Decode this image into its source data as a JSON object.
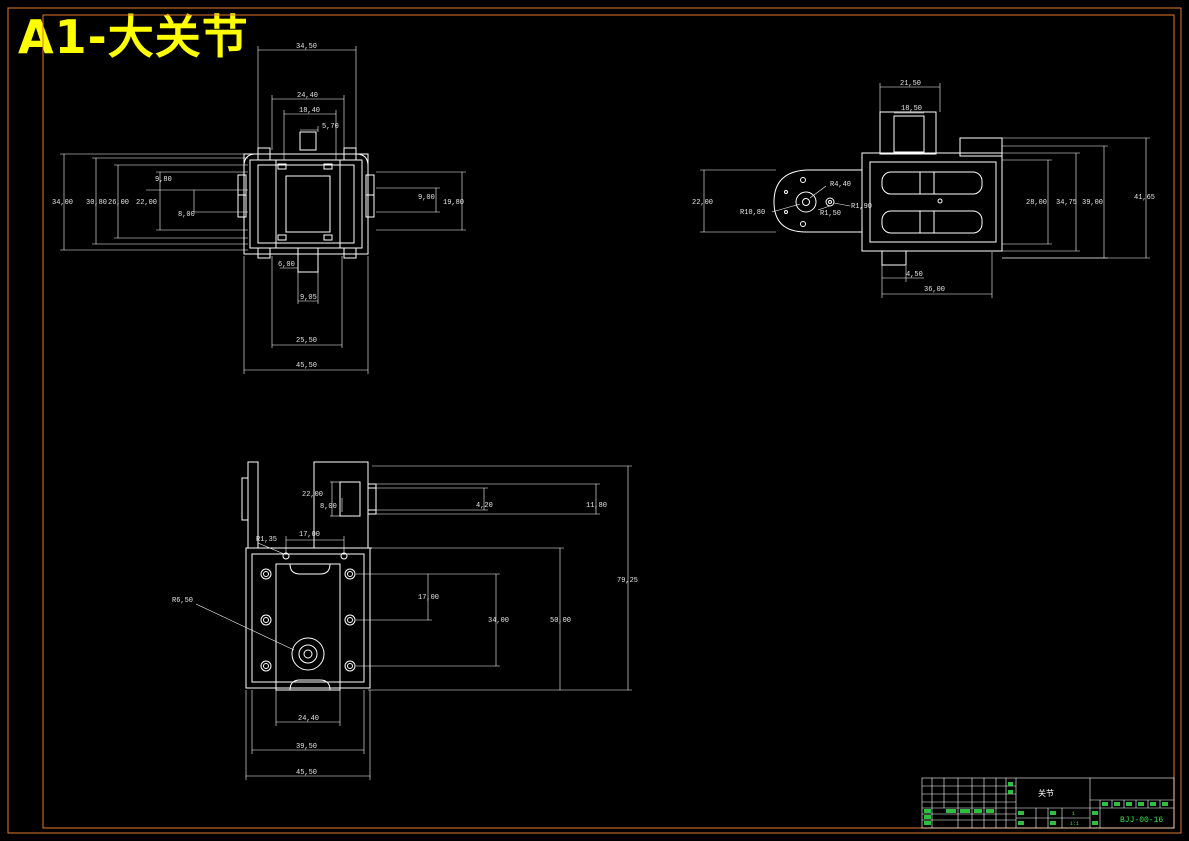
{
  "title": "A1-大关节",
  "colors": {
    "background": "#000000",
    "frame": "#e07a2e",
    "lines": "#ffffff",
    "dimensions": "#e6e6e6",
    "title": "#ffff00",
    "title_block": "#36e24a"
  },
  "views": {
    "top_left": {
      "dims": [
        "34,50",
        "24,40",
        "18,40",
        "5,70",
        "34,00",
        "30,80",
        "26,00",
        "22,00",
        "9,80",
        "8,00",
        "9,00",
        "19,80",
        "6,00",
        "9,05",
        "25,50",
        "45,50"
      ]
    },
    "top_right": {
      "dims": [
        "21,50",
        "18,50",
        "R4,40",
        "R10,80",
        "R1,50",
        "R1,90",
        "22,00",
        "28,00",
        "34,75",
        "39,00",
        "41,65",
        "4,50",
        "36,00"
      ]
    },
    "bottom": {
      "dims": [
        "22,00",
        "8,00",
        "4,20",
        "11,80",
        "R1,35",
        "17,00",
        "R6,50",
        "17,00",
        "34,00",
        "50,00",
        "79,25",
        "24,40",
        "39,50",
        "45,50"
      ]
    }
  },
  "title_block": {
    "part_name": "关节",
    "drawing_no": "BJJ-00-16",
    "scale": "1:1",
    "quantity": "1"
  }
}
